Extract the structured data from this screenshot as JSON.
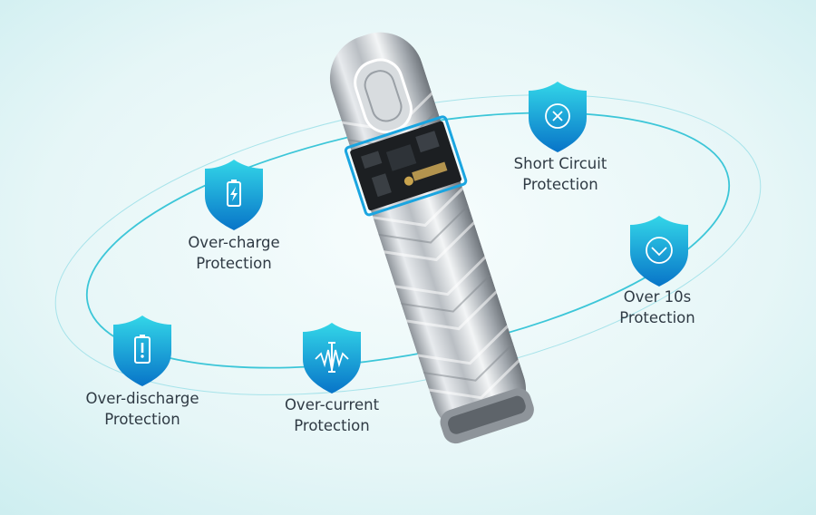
{
  "colors": {
    "shield_top": "#2fd3e6",
    "shield_bottom": "#0a77c9",
    "orbit": "#39c4d6",
    "background": "#e9f7f8",
    "text": "#2f3a44"
  },
  "features": [
    {
      "icon": "battery-charge-icon",
      "line1": "Over-charge",
      "line2": "Protection"
    },
    {
      "icon": "close-icon",
      "line1": "Short Circuit",
      "line2": "Protection"
    },
    {
      "icon": "check-icon",
      "line1": "Over 10s",
      "line2": "Protection"
    },
    {
      "icon": "battery-alert-icon",
      "line1": "Over-discharge",
      "line2": "Protection"
    },
    {
      "icon": "current-wave-icon",
      "line1": "Over-current",
      "line2": "Protection"
    }
  ]
}
